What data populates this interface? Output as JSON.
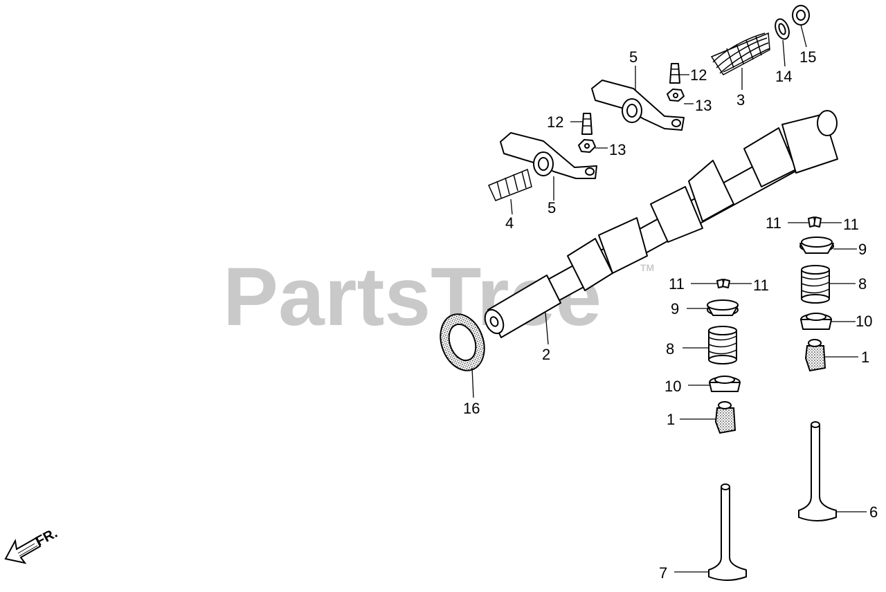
{
  "watermark": {
    "text": "PartsTree",
    "tm": "TM"
  },
  "direction_indicator": {
    "text": "FR."
  },
  "callouts": [
    {
      "id": "c-15",
      "text": "15"
    },
    {
      "id": "c-14",
      "text": "14"
    },
    {
      "id": "c-3",
      "text": "3"
    },
    {
      "id": "c-5a",
      "text": "5"
    },
    {
      "id": "c-12a",
      "text": "12"
    },
    {
      "id": "c-13a",
      "text": "13"
    },
    {
      "id": "c-12b",
      "text": "12"
    },
    {
      "id": "c-13b",
      "text": "13"
    },
    {
      "id": "c-4",
      "text": "4"
    },
    {
      "id": "c-5b",
      "text": "5"
    },
    {
      "id": "c-2",
      "text": "2"
    },
    {
      "id": "c-16",
      "text": "16"
    },
    {
      "id": "c-11a",
      "text": "11"
    },
    {
      "id": "c-11b",
      "text": "11"
    },
    {
      "id": "c-9a",
      "text": "9"
    },
    {
      "id": "c-8a",
      "text": "8"
    },
    {
      "id": "c-10a",
      "text": "10"
    },
    {
      "id": "c-1a",
      "text": "1"
    },
    {
      "id": "c-11c",
      "text": "11"
    },
    {
      "id": "c-11d",
      "text": "11"
    },
    {
      "id": "c-9b",
      "text": "9"
    },
    {
      "id": "c-8b",
      "text": "8"
    },
    {
      "id": "c-10b",
      "text": "10"
    },
    {
      "id": "c-1b",
      "text": "1"
    },
    {
      "id": "c-6",
      "text": "6"
    },
    {
      "id": "c-7",
      "text": "7"
    }
  ]
}
